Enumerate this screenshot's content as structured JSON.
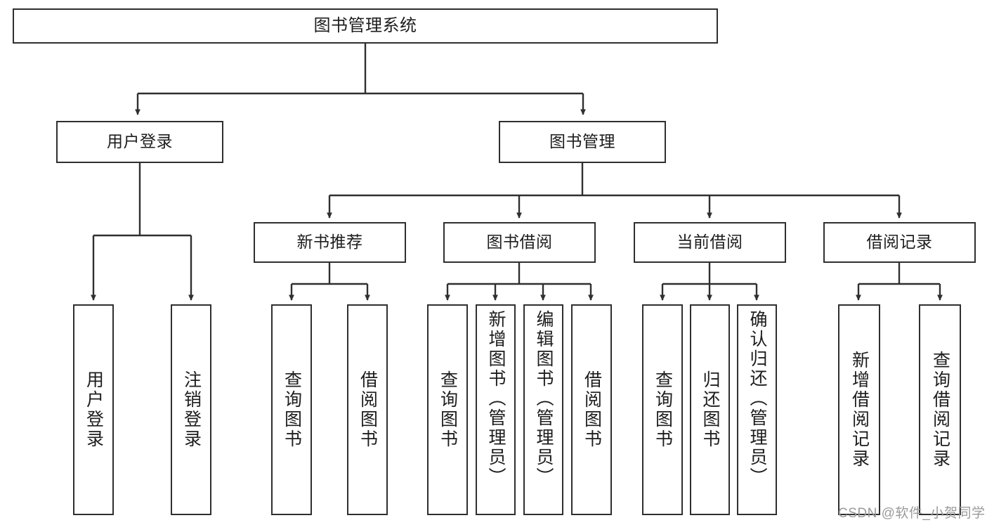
{
  "diagram": {
    "title": "图书管理系统",
    "type": "tree-hierarchy-chart",
    "background_color": "#ffffff",
    "line_color": "#2f2f2f",
    "text_color": "#1d1d1d",
    "nodes": {
      "root": {
        "label": "图书管理系统"
      },
      "level1": [
        {
          "id": "user-login",
          "label": "用户登录"
        },
        {
          "id": "book-management",
          "label": "图书管理"
        }
      ],
      "level2": [
        {
          "id": "new-book-recommend",
          "label": "新书推荐"
        },
        {
          "id": "book-borrow",
          "label": "图书借阅"
        },
        {
          "id": "current-borrow",
          "label": "当前借阅"
        },
        {
          "id": "borrow-record",
          "label": "借阅记录"
        }
      ],
      "leaves": {
        "user_login": [
          {
            "id": "leaf-user-login",
            "label": "用户登录"
          },
          {
            "id": "leaf-logout",
            "label": "注销登录"
          }
        ],
        "new_book_recommend": [
          {
            "id": "leaf-query-book-1",
            "label": "查询图书"
          },
          {
            "id": "leaf-borrow-book-1",
            "label": "借阅图书"
          }
        ],
        "book_borrow": [
          {
            "id": "leaf-query-book-2",
            "label": "查询图书"
          },
          {
            "id": "leaf-add-book",
            "label": "新增图书（管理员）"
          },
          {
            "id": "leaf-edit-book",
            "label": "编辑图书（管理员）"
          },
          {
            "id": "leaf-borrow-book-2",
            "label": "借阅图书"
          }
        ],
        "current_borrow": [
          {
            "id": "leaf-query-book-3",
            "label": "查询图书"
          },
          {
            "id": "leaf-return-book",
            "label": "归还图书"
          },
          {
            "id": "leaf-confirm-return",
            "label": "确认归还（管理员）"
          }
        ],
        "borrow_record": [
          {
            "id": "leaf-add-record",
            "label": "新增借阅记录"
          },
          {
            "id": "leaf-query-record",
            "label": "查询借阅记录"
          }
        ]
      }
    }
  },
  "watermark": {
    "text": "CSDN @软件_小贺同学"
  }
}
